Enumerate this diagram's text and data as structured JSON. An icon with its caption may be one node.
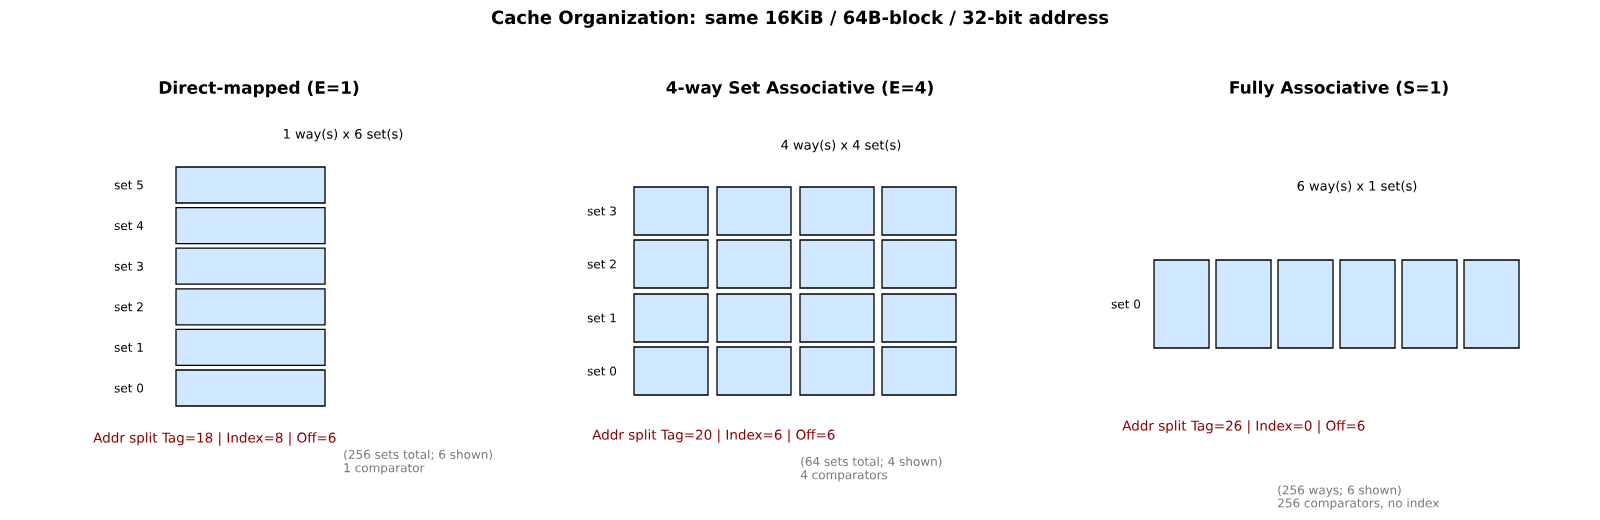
{
  "diagram": {
    "title": "Cache Organization: same 16KiB / 64B-block / 32-bit address",
    "nodes": [
      {
        "text": [],
        "shape": "box"
      },
      {
        "text": [],
        "shape": "box"
      },
      {
        "text": [],
        "shape": "box"
      },
      {
        "text": [],
        "shape": "box"
      },
      {
        "text": [],
        "shape": "box"
      },
      {
        "text": [],
        "shape": "box"
      },
      {
        "text": [],
        "shape": "box"
      },
      {
        "text": [],
        "shape": "box"
      },
      {
        "text": [],
        "shape": "box"
      },
      {
        "text": [],
        "shape": "box"
      },
      {
        "text": [],
        "shape": "box"
      },
      {
        "text": [],
        "shape": "box"
      },
      {
        "text": [],
        "shape": "box"
      },
      {
        "text": [],
        "shape": "box"
      },
      {
        "text": [],
        "shape": "box"
      },
      {
        "text": [],
        "shape": "box"
      },
      {
        "text": [],
        "shape": "box"
      },
      {
        "text": [],
        "shape": "box"
      },
      {
        "text": [],
        "shape": "box"
      },
      {
        "text": [],
        "shape": "box"
      },
      {
        "text": [],
        "shape": "box"
      },
      {
        "text": [],
        "shape": "box"
      },
      {
        "text": [],
        "shape": "box"
      },
      {
        "text": [],
        "shape": "box"
      },
      {
        "text": [],
        "shape": "box"
      },
      {
        "text": [],
        "shape": "box"
      },
      {
        "text": [],
        "shape": "box"
      },
      {
        "text": [],
        "shape": "box"
      }
    ],
    "labels": [
      "Direct-mapped (E=1)",
      "1 way(s) x 6 set(s)",
      "set 5",
      "set 4",
      "set 3",
      "set 2",
      "set 1",
      "set 0",
      "Addr split Tag=18 | Index=8 | Off=6",
      "(256 sets total; 6 shown)",
      "1 comparator",
      "4-way Set Associative (E=4)",
      "4 way(s) x 4 set(s)",
      "set 3",
      "set 2",
      "set 1",
      "set 0",
      "Addr split Tag=20 | Index=6 | Off=6",
      "(64 sets total; 4 shown)",
      "4 comparators",
      "Fully Associative (S=1)",
      "6 way(s) x 1 set(s)",
      "set 0",
      "Addr split Tag=26 | Index=0 | Off=6",
      "(256 ways; 6 shown)",
      "256 comparators, no index"
    ]
  }
}
